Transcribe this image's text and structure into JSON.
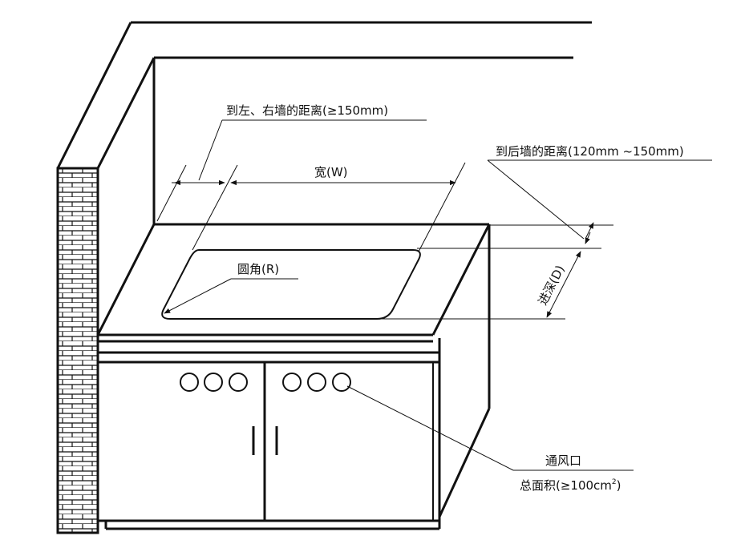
{
  "colors": {
    "ink": "#111111",
    "background": "#ffffff",
    "brick_fill": "#ffffff"
  },
  "labels": {
    "side_wall_distance": "到左、右墙的距离(≥150mm)",
    "width": "宽(W)",
    "back_wall_distance": "到后墙的距离(120mm ~150mm)",
    "depth": "进深(D)",
    "corner_radius": "圆角(R)",
    "vent": "通风口",
    "vent_area_prefix": "总面积(≥100cm",
    "vent_area_sup": "2",
    "vent_area_suffix": ")"
  }
}
